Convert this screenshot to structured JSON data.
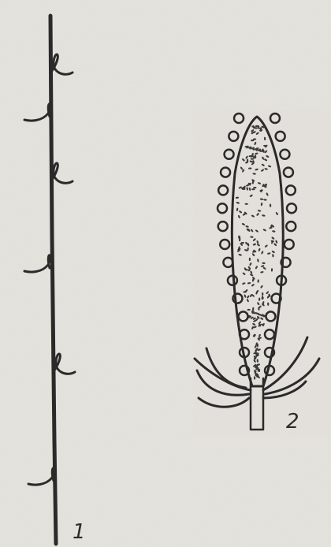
{
  "figure": {
    "panels": [
      {
        "id": "stem",
        "label": "1"
      },
      {
        "id": "spike",
        "label": "2"
      }
    ],
    "colors": {
      "ink": "#2a2a2a",
      "paper": "#e8e6e0",
      "speckle": "#3a3a3a"
    }
  }
}
